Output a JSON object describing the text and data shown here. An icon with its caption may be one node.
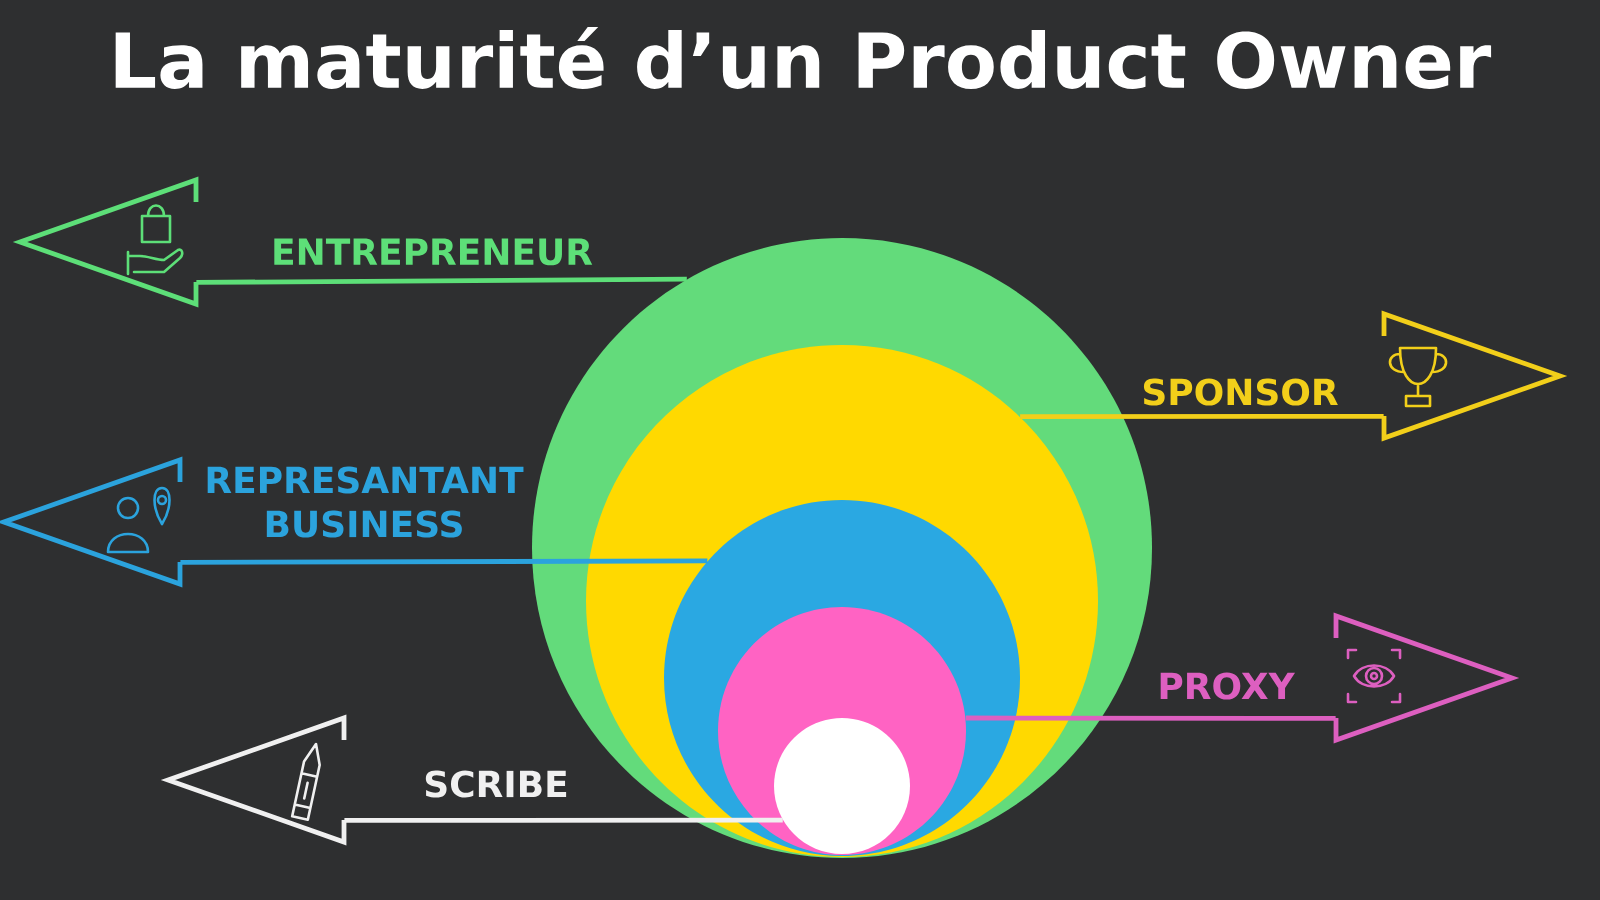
{
  "diagram": {
    "title": "La maturité d’un Product Owner",
    "nodes": [
      {
        "text": [],
        "shape": "circle"
      },
      {
        "text": [],
        "shape": "circle",
        "in": 0
      },
      {
        "text": [],
        "shape": "circle",
        "in": 1
      },
      {
        "text": [],
        "shape": "circle",
        "in": 2
      },
      {
        "text": [],
        "shape": "circle",
        "in": 3
      },
      {
        "text": [],
        "shape": "triangle"
      },
      {
        "text": [],
        "shape": "triangle"
      },
      {
        "text": [],
        "shape": "triangle"
      },
      {
        "text": [],
        "shape": "triangle"
      },
      {
        "text": [],
        "shape": "triangle"
      }
    ],
    "edges": [
      {
        "from": 0,
        "to": 5,
        "arrow": "none",
        "label": "ENTREPRENEUR",
        "color": "#5ddf78"
      },
      {
        "from": 1,
        "to": 6,
        "arrow": "none",
        "label": "SPONSOR",
        "color": "#f2cf1a"
      },
      {
        "from": 2,
        "to": 7,
        "arrow": "none",
        "label": "REPRESANTANT BUSINESS",
        "color": "#2ba3dd"
      },
      {
        "from": 3,
        "to": 8,
        "arrow": "none",
        "label": "PROXY",
        "color": "#dd5fc0"
      },
      {
        "from": 4,
        "to": 9,
        "arrow": "none",
        "label": "SCRIBE",
        "color": "#f0f0f0"
      }
    ]
  }
}
